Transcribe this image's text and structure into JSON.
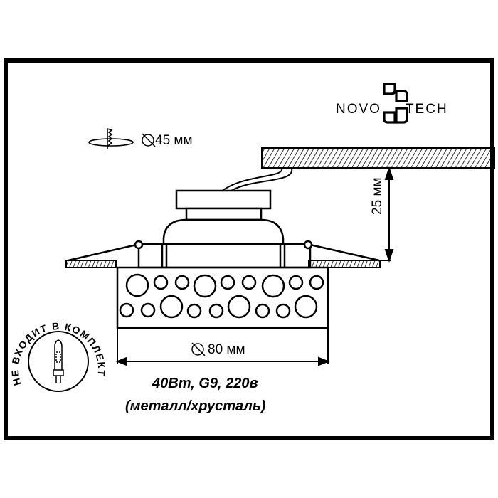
{
  "brand": {
    "name_left": "NOVO",
    "name_right": "TECH",
    "logo_icon": "novotech-logo"
  },
  "dimensions": {
    "cutout_label": "45 мм",
    "diameter_label": "80 мм",
    "depth_label": "25 мм"
  },
  "specs": {
    "line1": "40Вт, G9, 220в",
    "line2": "(металл/хрусталь)"
  },
  "lamp_badge": {
    "text": "НЕ ВХОДИТ В КОМПЛЕКТ",
    "icon": "g9-bulb-icon"
  },
  "colors": {
    "ink": "#000000",
    "background": "#ffffff"
  }
}
